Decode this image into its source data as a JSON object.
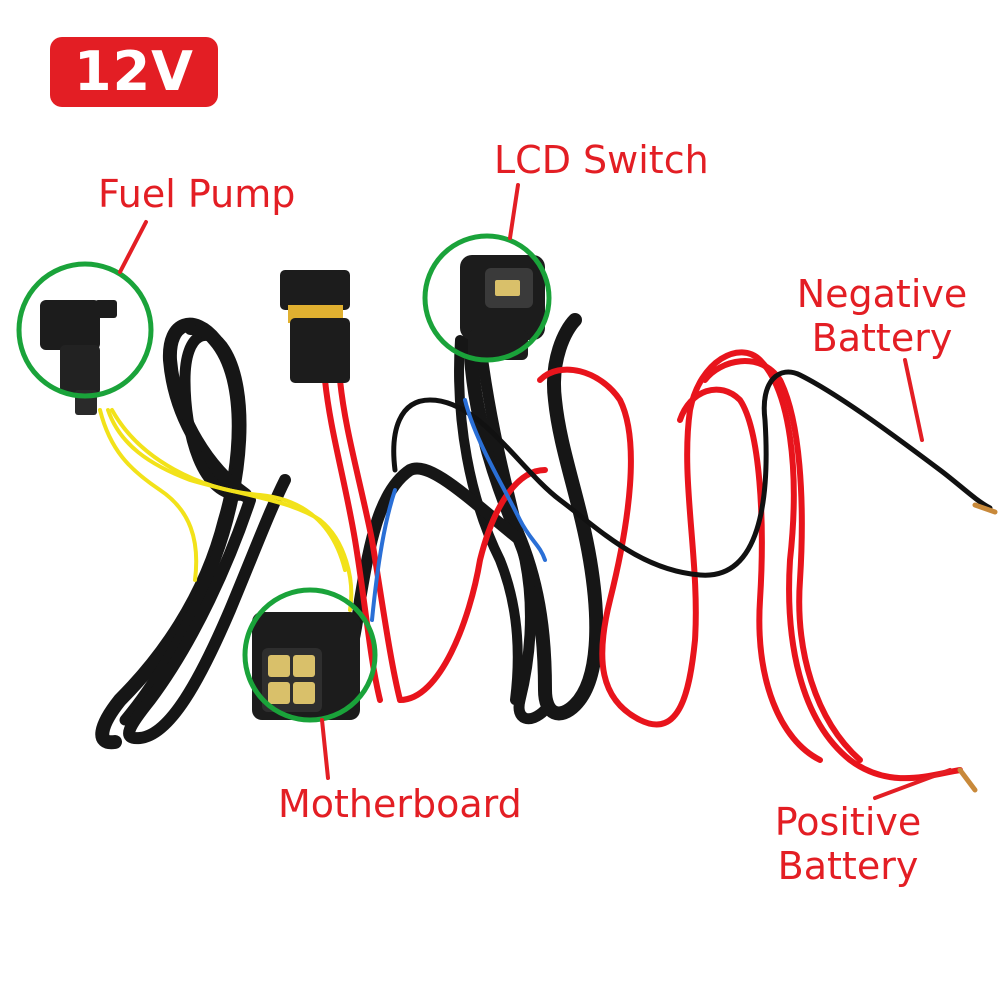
{
  "badge": {
    "text": "12V"
  },
  "labels": {
    "fuel_pump": "Fuel Pump",
    "lcd_switch": "LCD Switch",
    "negative_battery": [
      "Negative",
      "Battery"
    ],
    "motherboard": "Motherboard",
    "positive_battery": [
      "Positive",
      "Battery"
    ]
  },
  "colors": {
    "badge_bg": "#e31e24",
    "label_text": "#e31e24",
    "highlight_ring": "#1aa33a",
    "wire_red": "#e8141c",
    "wire_black": "#111111",
    "wire_yellow": "#f2e21a",
    "wire_blue": "#2a6fd6",
    "connector": "#1c1c1c"
  }
}
